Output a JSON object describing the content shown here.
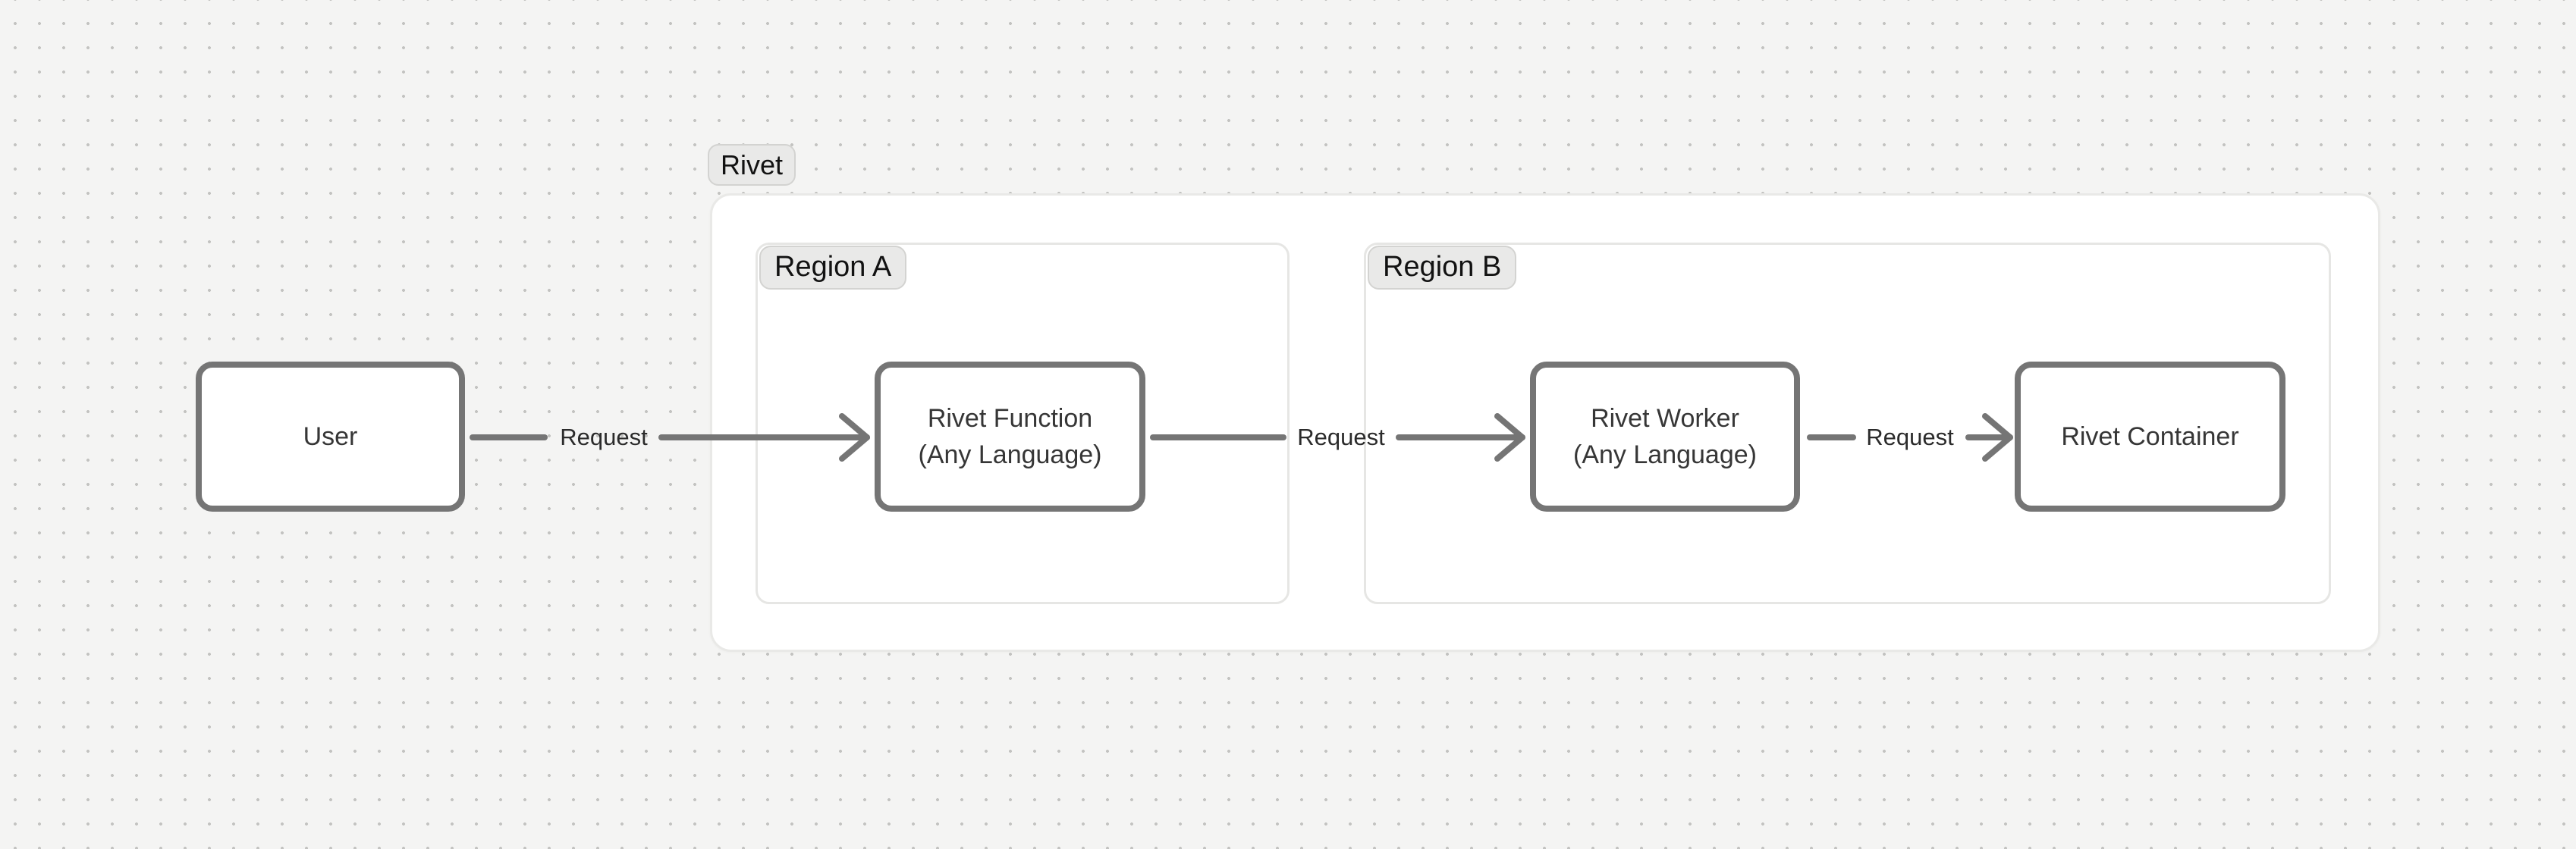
{
  "diagram": {
    "groups": {
      "rivet": {
        "label": "Rivet"
      },
      "region_a": {
        "label": "Region A"
      },
      "region_b": {
        "label": "Region B"
      }
    },
    "nodes": {
      "user": {
        "label": "User"
      },
      "rivet_function": {
        "line1": "Rivet Function",
        "line2": "(Any Language)"
      },
      "rivet_worker": {
        "line1": "Rivet Worker",
        "line2": "(Any Language)"
      },
      "rivet_container": {
        "label": "Rivet Container"
      }
    },
    "edges": [
      {
        "from": "user",
        "to": "rivet_function",
        "label": "Request"
      },
      {
        "from": "rivet_function",
        "to": "rivet_worker",
        "label": "Request"
      },
      {
        "from": "rivet_worker",
        "to": "rivet_container",
        "label": "Request"
      }
    ],
    "colors": {
      "canvas_bg": "#f4f4f3",
      "dot": "#c3c3c1",
      "arrow": "#757575",
      "node_border": "#757575",
      "node_text": "#363636",
      "edge_text": "#2b2b2b",
      "badge_bg": "#e9e9e8",
      "badge_border": "#d3d3d1",
      "group_border": "#e8e8e6",
      "group_bg": "#ffffff"
    }
  }
}
